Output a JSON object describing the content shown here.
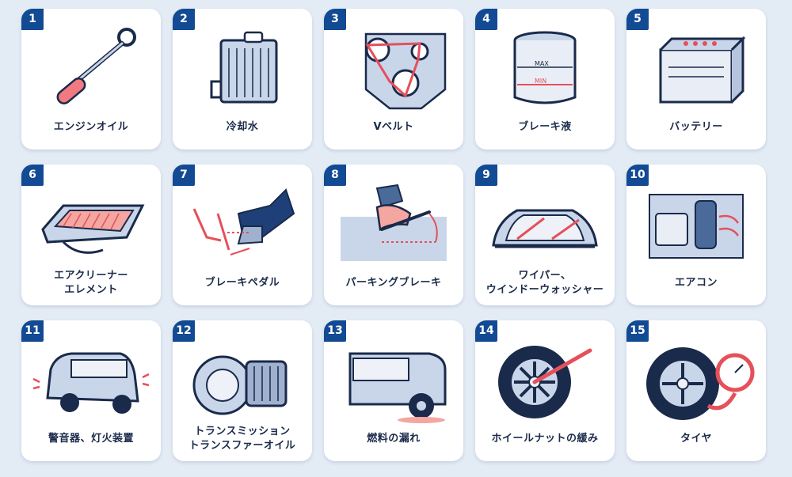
{
  "accent_color": "#124a94",
  "highlight_color": "#e5505a",
  "items": [
    {
      "number": "1",
      "label_lines": [
        "エンジンオイル"
      ],
      "icon": "dipstick-icon"
    },
    {
      "number": "2",
      "label_lines": [
        "冷却水"
      ],
      "icon": "radiator-icon"
    },
    {
      "number": "3",
      "label_lines": [
        "Vベルト"
      ],
      "icon": "v-belt-icon"
    },
    {
      "number": "4",
      "label_lines": [
        "ブレーキ液"
      ],
      "icon": "brake-fluid-reservoir-icon"
    },
    {
      "number": "5",
      "label_lines": [
        "バッテリー"
      ],
      "icon": "battery-icon"
    },
    {
      "number": "6",
      "label_lines": [
        "エアクリーナー",
        "エレメント"
      ],
      "icon": "air-filter-icon"
    },
    {
      "number": "7",
      "label_lines": [
        "ブレーキペダル"
      ],
      "icon": "brake-pedal-icon"
    },
    {
      "number": "8",
      "label_lines": [
        "パーキングブレーキ"
      ],
      "icon": "parking-brake-icon"
    },
    {
      "number": "9",
      "label_lines": [
        "ワイパー、",
        "ウインドーウォッシャー"
      ],
      "icon": "wiper-icon"
    },
    {
      "number": "10",
      "label_lines": [
        "エアコン"
      ],
      "icon": "air-conditioner-icon"
    },
    {
      "number": "11",
      "label_lines": [
        "警音器、灯火装置"
      ],
      "icon": "car-lights-icon"
    },
    {
      "number": "12",
      "label_lines": [
        "トランスミッション",
        "トランスファーオイル"
      ],
      "icon": "transmission-icon"
    },
    {
      "number": "13",
      "label_lines": [
        "燃料の漏れ"
      ],
      "icon": "fuel-leak-icon"
    },
    {
      "number": "14",
      "label_lines": [
        "ホイールナットの緩み"
      ],
      "icon": "wheel-nut-icon"
    },
    {
      "number": "15",
      "label_lines": [
        "タイヤ"
      ],
      "icon": "tire-pressure-icon"
    }
  ]
}
